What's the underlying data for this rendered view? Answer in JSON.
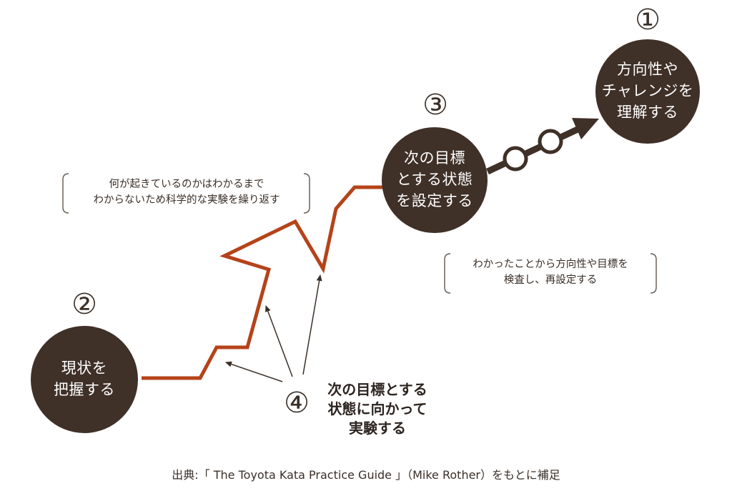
{
  "steps": {
    "s1": {
      "number": "①",
      "text": "方向性や\nチャレンジを\n理解する"
    },
    "s2": {
      "number": "②",
      "text": "現状を\n把握する"
    },
    "s3": {
      "number": "③",
      "text": "次の目標\nとする状態\nを設定する"
    },
    "s4": {
      "number": "④",
      "text": "次の目標とする\n状態に向かって\n実験する"
    }
  },
  "notes": {
    "experiment": "何が起きているのかはわかるまで\nわからないため科学的な実験を繰り返す",
    "review": "わかったことから方向性や目標を\n検査し、再設定する"
  },
  "caption": "出典:「 The Toyota Kata Practice Guide 」（Mike Rother）をもとに補足",
  "colors": {
    "circle": "#3f3028",
    "path": "#b5431a",
    "text": "#3a2f28"
  }
}
